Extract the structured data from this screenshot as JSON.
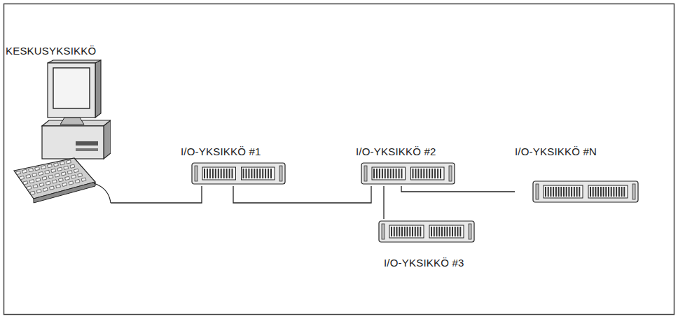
{
  "diagram": {
    "nodes": [
      {
        "text": [
          "KESKUSYKSIKKÖ"
        ]
      },
      {
        "text": [
          "I/O-YKSIKKÖ #1"
        ]
      },
      {
        "text": [
          "I/O-YKSIKKÖ #2"
        ]
      },
      {
        "text": [
          "I/O-YKSIKKÖ #N"
        ]
      },
      {
        "text": [
          "I/O-YKSIKKÖ #3"
        ]
      }
    ],
    "edges": [
      {
        "from": 0,
        "to": 1,
        "arrow": "none"
      },
      {
        "from": 1,
        "to": 2,
        "arrow": "none"
      },
      {
        "from": 2,
        "to": 3,
        "arrow": "none"
      },
      {
        "from": 2,
        "to": 4,
        "arrow": "none"
      }
    ]
  }
}
